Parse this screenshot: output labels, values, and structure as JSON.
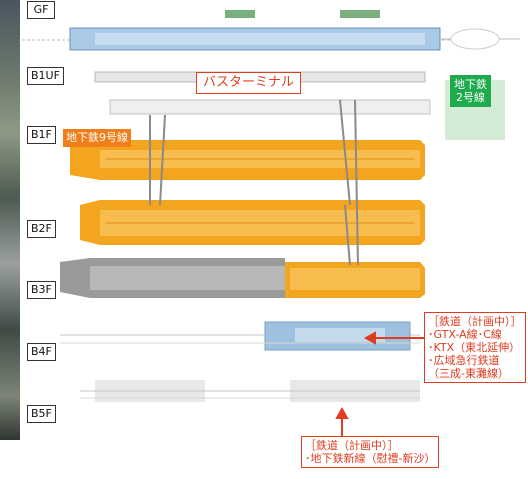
{
  "floors": [
    "GF",
    "B1UF",
    "B1F",
    "B2F",
    "B3F",
    "B4F",
    "B5F"
  ],
  "labels": {
    "bus_terminal": "バスターミナル",
    "line9": "地下鉄9号線",
    "line2": [
      "地下鉄",
      "2号線"
    ]
  },
  "callout_right": [
    "［鉄道（計画中）］",
    "･GTX-A線･C線",
    "･KTX（東北延伸）",
    "･広域急行鉄道",
    "（三成-東灘線）"
  ],
  "callout_bottom": [
    "［鉄道（計画中）］",
    "･地下鉄新線（慰禮-新沙）"
  ],
  "colors": {
    "orange": "#f3a51f",
    "blue": "#8fb6d9",
    "gray": "#9a9a9a",
    "green": "#1faa4e",
    "red": "#e03c20"
  }
}
